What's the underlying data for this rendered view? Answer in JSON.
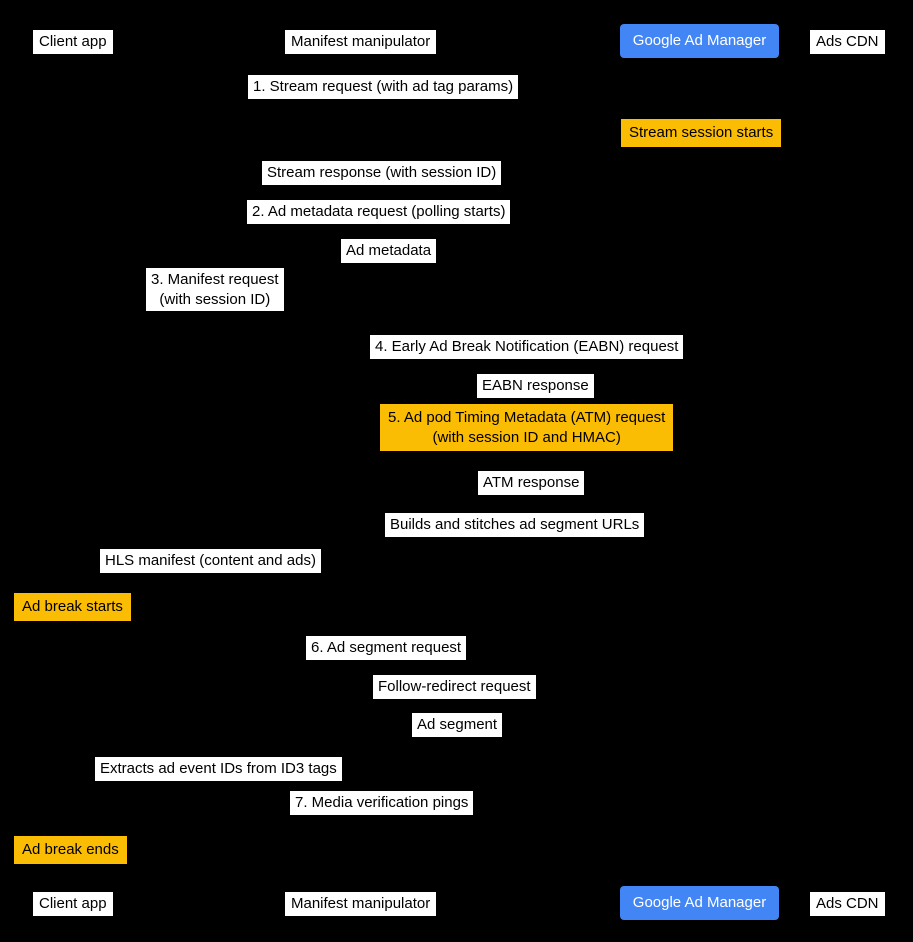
{
  "diagram": {
    "colors": {
      "background": "#000000",
      "label_background": "#FFFFFF",
      "label_text": "#000000",
      "note_yellow": "#FBBC04",
      "google_blue": "#4285F4",
      "blue_box_text": "#FFFFFF"
    },
    "participants": [
      {
        "id": "client-app",
        "label": "Client app",
        "style": "plain"
      },
      {
        "id": "manifest-manipulator",
        "label": "Manifest manipulator",
        "style": "plain"
      },
      {
        "id": "google-ad-manager",
        "label": "Google Ad Manager",
        "style": "blue"
      },
      {
        "id": "ads-cdn",
        "label": "Ads CDN",
        "style": "plain"
      }
    ],
    "messages": [
      {
        "kind": "message",
        "text": "1. Stream request (with ad tag params)"
      },
      {
        "kind": "note",
        "text": "Stream session starts"
      },
      {
        "kind": "message",
        "text": "Stream response (with session ID)"
      },
      {
        "kind": "message",
        "text": "2. Ad metadata request (polling starts)"
      },
      {
        "kind": "message",
        "text": "Ad metadata"
      },
      {
        "kind": "message",
        "text": "3. Manifest request\n(with session ID)"
      },
      {
        "kind": "message",
        "text": "4. Early Ad Break Notification (EABN) request"
      },
      {
        "kind": "message",
        "text": "EABN response"
      },
      {
        "kind": "note",
        "text": "5. Ad pod Timing Metadata (ATM) request\n(with session ID and HMAC)"
      },
      {
        "kind": "message",
        "text": "ATM response"
      },
      {
        "kind": "action",
        "text": "Builds and stitches ad segment URLs"
      },
      {
        "kind": "message",
        "text": "HLS manifest (content and ads)"
      },
      {
        "kind": "note",
        "text": "Ad break starts"
      },
      {
        "kind": "message",
        "text": "6. Ad segment request"
      },
      {
        "kind": "message",
        "text": "Follow-redirect request"
      },
      {
        "kind": "message",
        "text": "Ad segment"
      },
      {
        "kind": "action",
        "text": "Extracts ad event IDs from ID3 tags"
      },
      {
        "kind": "message",
        "text": "7. Media verification pings"
      },
      {
        "kind": "note",
        "text": "Ad break ends"
      }
    ]
  }
}
